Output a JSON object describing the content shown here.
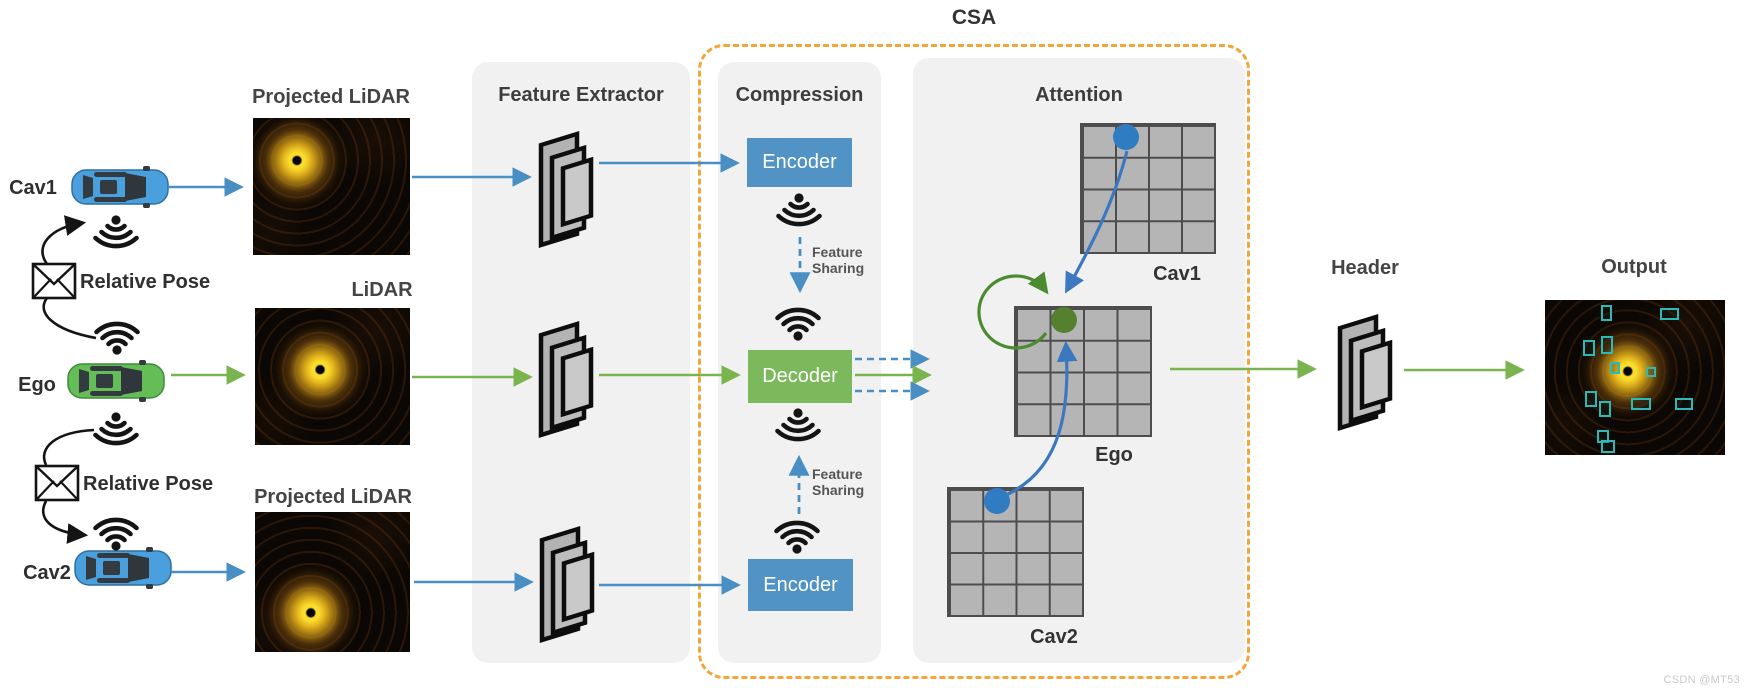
{
  "diagram": {
    "csa_title": "CSA",
    "watermark": "CSDN @MT53"
  },
  "left_column": {
    "cav1_label": "Cav1",
    "ego_label": "Ego",
    "cav2_label": "Cav2",
    "relative_pose_label": "Relative Pose"
  },
  "lidar_images": {
    "projected_title": "Projected LiDAR",
    "lidar_title": "LiDAR"
  },
  "panels": {
    "feature_extractor": {
      "title": "Feature Extractor"
    },
    "compression": {
      "title": "Compression",
      "encoder_label": "Encoder",
      "decoder_label": "Decoder",
      "feature_sharing_label": "Feature Sharing"
    },
    "attention": {
      "title": "Attention",
      "cav1_grid_label": "Cav1",
      "ego_grid_label": "Ego",
      "cav2_grid_label": "Cav2"
    }
  },
  "header": {
    "title": "Header"
  },
  "output": {
    "title": "Output"
  },
  "icons": {
    "wifi": "wifi-icon",
    "envelope": "envelope-icon",
    "car_blue": "car-top-view-icon",
    "car_green": "car-top-view-icon",
    "feature_stack": "feature-maps-icon"
  },
  "colors": {
    "arrow_blue": "#4a8fc4",
    "arrow_green": "#7ab44f",
    "encoder_bg": "#5193c4",
    "decoder_bg": "#7cb85c",
    "csa_border": "#f2a63b",
    "panel_bg": "#f1f1f1",
    "grid_cell": "#b5b5b5",
    "grid_line": "#4d4d4d",
    "dot_blue": "#2f7cc2",
    "dot_green": "#55812f",
    "attention_curve_blue": "#3c78c0",
    "self_loop_green": "#4c8b32",
    "icon_black": "#141414",
    "label_text": "#3d3d3d"
  }
}
